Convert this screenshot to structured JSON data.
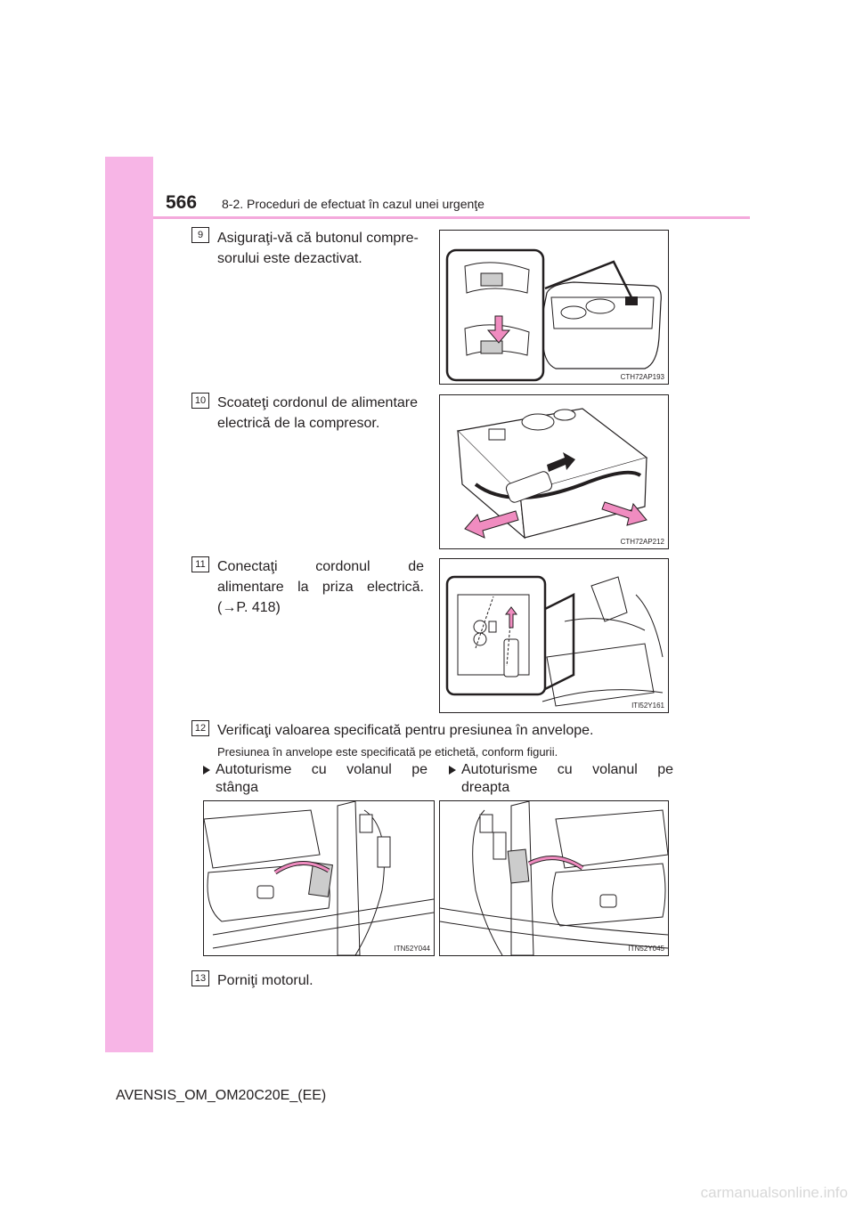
{
  "header": {
    "page_number": "566",
    "section": "8-2. Proceduri de efectuat în cazul unei urgenţe"
  },
  "steps": [
    {
      "number": "9",
      "text": "Asiguraţi-vă că butonul compre-sorului este dezactivat.",
      "figure_code": "CTH72AP193"
    },
    {
      "number": "10",
      "text": "Scoateţi cordonul de alimentare electrică de la compresor.",
      "figure_code": "CTH72AP212"
    },
    {
      "number": "11",
      "text_line1": "Conectaţi cordonul de",
      "text_line2": "alimentare la priza electrică.",
      "text_line3": "(→P. 418)",
      "figure_code": "ITI52Y161"
    },
    {
      "number": "12",
      "text": "Verificaţi valoarea specificată pentru presiunea în anvelope.",
      "note": "Presiunea în anvelope este specificată pe etichetă, conform figurii."
    },
    {
      "number": "13",
      "text": "Porniţi motorul."
    }
  ],
  "variants": [
    {
      "line1": "Autoturisme cu volanul pe",
      "line2": "stânga",
      "figure_code": "ITN52Y044"
    },
    {
      "line1": "Autoturisme cu volanul pe",
      "line2": "dreapta",
      "figure_code": "ITN52Y045"
    }
  ],
  "footer": {
    "text": "AVENSIS_OM_OM20C20E_(EE)"
  },
  "watermark": {
    "text": "carmanualsonline.info"
  },
  "colors": {
    "side_band": "#f7b5e6",
    "header_rule": "#f4a9dc",
    "arrow_fill": "#f08cc0"
  }
}
